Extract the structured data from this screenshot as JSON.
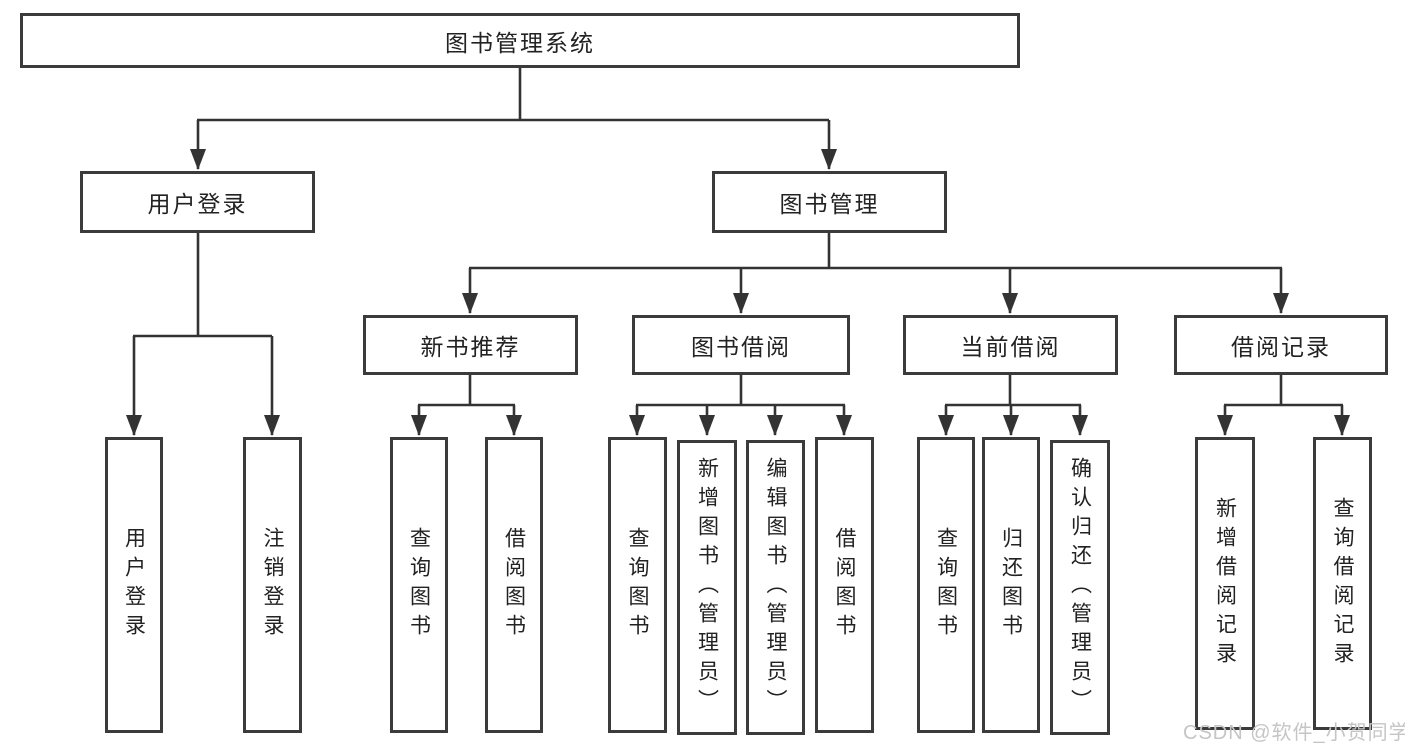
{
  "tree": {
    "root": "图书管理系统",
    "login_branch": {
      "label": "用户登录",
      "children": [
        "用户登录",
        "注销登录"
      ]
    },
    "manage_branch": {
      "label": "图书管理",
      "groups": [
        {
          "label": "新书推荐",
          "children": [
            "查询图书",
            "借阅图书"
          ]
        },
        {
          "label": "图书借阅",
          "children": [
            "查询图书",
            "新增图书（管理员）",
            "编辑图书（管理员）",
            "借阅图书"
          ]
        },
        {
          "label": "当前借阅",
          "children": [
            "查询图书",
            "归还图书",
            "确认归还（管理员）"
          ]
        },
        {
          "label": "借阅记录",
          "children": [
            "新增借阅记录",
            "查询借阅记录"
          ]
        }
      ]
    }
  },
  "watermark": "CSDN @软件_小贺同学",
  "colors": {
    "line": "#333333",
    "border": "#3b3b3b",
    "text": "#222222",
    "watermark": "#c5c5c5",
    "background": "#ffffff"
  }
}
